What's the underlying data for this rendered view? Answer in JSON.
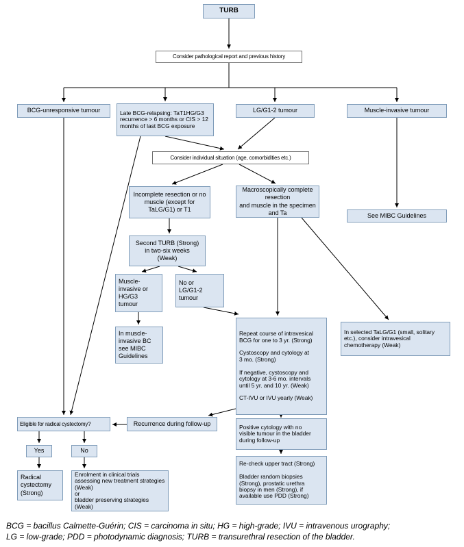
{
  "colors": {
    "node_fill": "#dbe5f1",
    "node_border": "#7f9cb9",
    "line_color": "#000000",
    "background": "#ffffff"
  },
  "nodes": {
    "turb": {
      "label": "TURB"
    },
    "report": {
      "label": "Consider pathological report and previous history"
    },
    "bcgUnresponsive": {
      "label": "BCG-unresponsive tumour"
    },
    "lateBcg": {
      "label": "Late BCG-relapsing: TaT1HG/G3 recurrence > 6 months or CIS > 12 months of last BCG exposure"
    },
    "lgG12": {
      "label": "LG/G1-2 tumour"
    },
    "muscleInvasive": {
      "label": "Muscle-invasive tumour"
    },
    "situation": {
      "label": "Consider individual situation (age, comorbidities etc.)"
    },
    "incomplete": {
      "label": "Incomplete resection or no muscle (except for TaLG/G1) or T1"
    },
    "macro": {
      "label": "Macroscopically complete\nresection\nand muscle in the specimen\nand Ta"
    },
    "seeMibc": {
      "label": "See MIBC Guidelines"
    },
    "secondTurb": {
      "label": "Second TURB (Strong)\nin two-six weeks\n(Weak)"
    },
    "miHg": {
      "label": "Muscle-\ninvasive or\nHG/G3\ntumour"
    },
    "noLg": {
      "label": "No or\nLG/G1-2\ntumour"
    },
    "inMiBc": {
      "label": "In muscle-\ninvasive BC\nsee MIBC\nGuidelines"
    },
    "repeatBcg": {
      "label": "Repeat course of intravesical\nBCG for one to 3 yr. (Strong)\n\nCystoscopy and cytology at\n3 mo. (Strong)\n\nIf negative, cystoscopy and\ncytology at 3-6 mo. intervals\nuntil 5 yr. and 10 yr. (Weak)\n\nCT-IVU or IVU yearly (Weak)"
    },
    "selectedTa": {
      "label": "In selected TaLG/G1 (small, solitary etc.), consider intravesical chemotherapy (Weak)"
    },
    "eligible": {
      "label": "Eligible for radical cystectomy?"
    },
    "recurrence": {
      "label": "Recurrence during follow-up"
    },
    "posCyt": {
      "label": "Positive cytology with no\nvisible tumour in the bladder\nduring follow-up"
    },
    "yes": {
      "label": "Yes"
    },
    "no": {
      "label": "No"
    },
    "radical": {
      "label": "Radical\ncystectomy\n(Strong)"
    },
    "enrolment": {
      "label": "Enrolment in clinical trials assessing new treatment strategies (Weak)\nor\nbladder preserving strategies (Weak)"
    },
    "recheck": {
      "label": "Re-check upper tract (Strong)\n\nBladder random biopsies\n(Strong), prostatic urethra\nbiopsy in men (Strong), if\navailable use PDD (Strong)"
    }
  },
  "edges": [
    {
      "from": "turb",
      "to": "report"
    },
    {
      "from": "report",
      "to": "bcgUnresponsive"
    },
    {
      "from": "report",
      "to": "lateBcg"
    },
    {
      "from": "report",
      "to": "lgG12"
    },
    {
      "from": "report",
      "to": "muscleInvasive"
    },
    {
      "from": "lateBcg",
      "to": "situation"
    },
    {
      "from": "lgG12",
      "to": "situation"
    },
    {
      "from": "muscleInvasive",
      "to": "seeMibc"
    },
    {
      "from": "situation",
      "to": "incomplete"
    },
    {
      "from": "situation",
      "to": "macro"
    },
    {
      "from": "incomplete",
      "to": "secondTurb"
    },
    {
      "from": "secondTurb",
      "to": "miHg"
    },
    {
      "from": "secondTurb",
      "to": "noLg"
    },
    {
      "from": "miHg",
      "to": "inMiBc"
    },
    {
      "from": "noLg",
      "to": "repeatBcg"
    },
    {
      "from": "macro",
      "to": "repeatBcg"
    },
    {
      "from": "macro",
      "to": "selectedTa"
    },
    {
      "from": "bcgUnresponsive",
      "to": "eligible"
    },
    {
      "from": "lateBcg",
      "to": "eligible"
    },
    {
      "from": "repeatBcg",
      "to": "recurrence"
    },
    {
      "from": "repeatBcg",
      "to": "posCyt"
    },
    {
      "from": "recurrence",
      "to": "eligible"
    },
    {
      "from": "posCyt",
      "to": "recheck"
    },
    {
      "from": "eligible",
      "to": "yes"
    },
    {
      "from": "eligible",
      "to": "no"
    },
    {
      "from": "yes",
      "to": "radical"
    },
    {
      "from": "no",
      "to": "enrolment"
    }
  ],
  "footer": {
    "line1": "BCG = bacillus Calmette-Guérin; CIS = carcinoma in situ; HG = high-grade; IVU = intravenous urography;",
    "line2": "LG = low-grade; PDD = photodynamic diagnosis; TURB = transurethral resection of the bladder."
  }
}
